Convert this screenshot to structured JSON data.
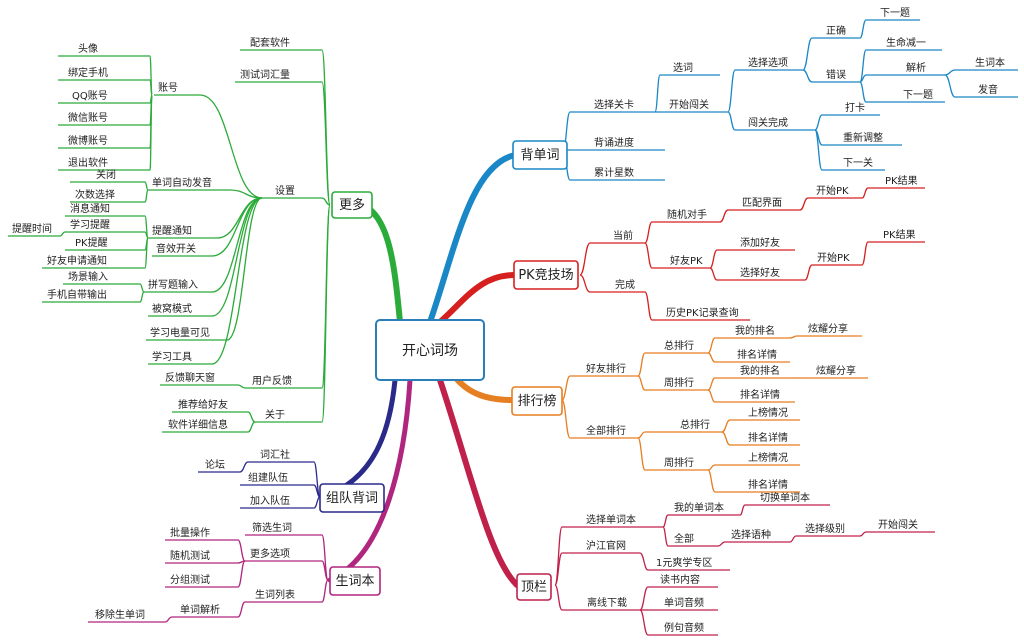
{
  "colors": {
    "beidanci": "#1a87c6",
    "pk": "#d62020",
    "paihang": "#e67e22",
    "dinglan": "#c0214a",
    "shengci": "#b0257e",
    "zudui": "#2a2a8a",
    "gengduo": "#2bab3a",
    "center_border": "#2b7fb8"
  },
  "center": "开心词场",
  "beidanci": {
    "title": "背单词",
    "xuanguanka": "选择关卡",
    "xuanci": "选词",
    "kaishichuangguan": "开始闯关",
    "xuanzexuanxiang": "选择选项",
    "zhengque": "正确",
    "xiayiti1": "下一题",
    "cuowu": "错误",
    "shengmingjianyi": "生命减一",
    "jiexi": "解析",
    "xiayiti2": "下一题",
    "shengciben": "生词本",
    "fayin": "发音",
    "chuangguanwancheng": "闯关完成",
    "daka": "打卡",
    "chongxintiaozheng": "重新调整",
    "xiayiguan": "下一关",
    "beisongjindu": "背诵进度",
    "leijixingshu": "累计星数"
  },
  "pk": {
    "title": "PK竞技场",
    "dangqian": "当前",
    "suijiduishou": "随机对手",
    "pipeijiemian": "匹配界面",
    "kaishipk1": "开始PK",
    "pkjieguo1": "PK结果",
    "haoyoupk": "好友PK",
    "tianjiahaoyou": "添加好友",
    "xuanzehaoyou": "选择好友",
    "kaishipk2": "开始PK",
    "pkjieguo2": "PK结果",
    "wancheng": "完成",
    "lishi": "历史PK记录查询"
  },
  "paihang": {
    "title": "排行榜",
    "haoyoupaihang": "好友排行",
    "zongpaihang1": "总排行",
    "wodepaiming1": "我的排名",
    "xuanyao1": "炫耀分享",
    "paimingxiangqing1": "排名详情",
    "zhoupaihang1": "周排行",
    "wodepaiming2": "我的排名",
    "xuanyao2": "炫耀分享",
    "paimingxiangqing2": "排名详情",
    "quanbupaihang": "全部排行",
    "zongpaihang2": "总排行",
    "shangbang1": "上榜情况",
    "paimingxiangqing3": "排名详情",
    "zhoupaihang2": "周排行",
    "shangbang2": "上榜情况",
    "paimingxiangqing4": "排名详情"
  },
  "dinglan": {
    "title": "顶栏",
    "xuanzedanciben": "选择单词本",
    "wodedanciben": "我的单词本",
    "qiehuan": "切换单词本",
    "quanbu": "全部",
    "xuanzeyuzhong": "选择语种",
    "xuanzejibie": "选择级别",
    "kaishichuangguan": "开始闯关",
    "hujiang": "沪江官网",
    "yiyuan": "1元爽学专区",
    "lixian": "离线下载",
    "dushu": "读书内容",
    "danciyinpin": "单词音频",
    "liju": "例句音频"
  },
  "shengci": {
    "title": "生词本",
    "shaixuan": "筛选生词",
    "gengduo": "更多选项",
    "piliang": "批量操作",
    "suiji": "随机测试",
    "fenzu": "分组测试",
    "liebiao": "生词列表",
    "jiexi": "单词解析",
    "yichu": "移除生单词"
  },
  "zudui": {
    "title": "组队背词",
    "cihuishe": "词汇社",
    "luntan": "论坛",
    "zujian": "组建队伍",
    "jiaru": "加入队伍"
  },
  "gengduo": {
    "title": "更多",
    "peitao": "配套软件",
    "ceshi": "测试词汇量",
    "shezhi": "设置",
    "zhanghao": "账号",
    "touxiang": "头像",
    "bangding": "绑定手机",
    "qq": "QQ账号",
    "weixin": "微信账号",
    "weibo": "微博账号",
    "tuichu": "退出软件",
    "zidongfayin": "单词自动发音",
    "guanbi": "关闭",
    "cishu": "次数选择",
    "tixing": "提醒通知",
    "xiaoxi": "消息通知",
    "xuexitixing": "学习提醒",
    "tixingshijian": "提醒时间",
    "pktixing": "PK提醒",
    "haoyoushenqing": "好友申请通知",
    "yinxiao": "音效开关",
    "pinxie": "拼写题输入",
    "changjing": "场景输入",
    "shouji": "手机自带输出",
    "beiwo": "被窝模式",
    "dianliang": "学习电量可见",
    "gongju": "学习工具",
    "yonghufankui": "用户反馈",
    "fankuiliaotian": "反馈聊天窗",
    "guanyu": "关于",
    "tuijian": "推荐给好友",
    "xiangqing": "软件详细信息"
  }
}
